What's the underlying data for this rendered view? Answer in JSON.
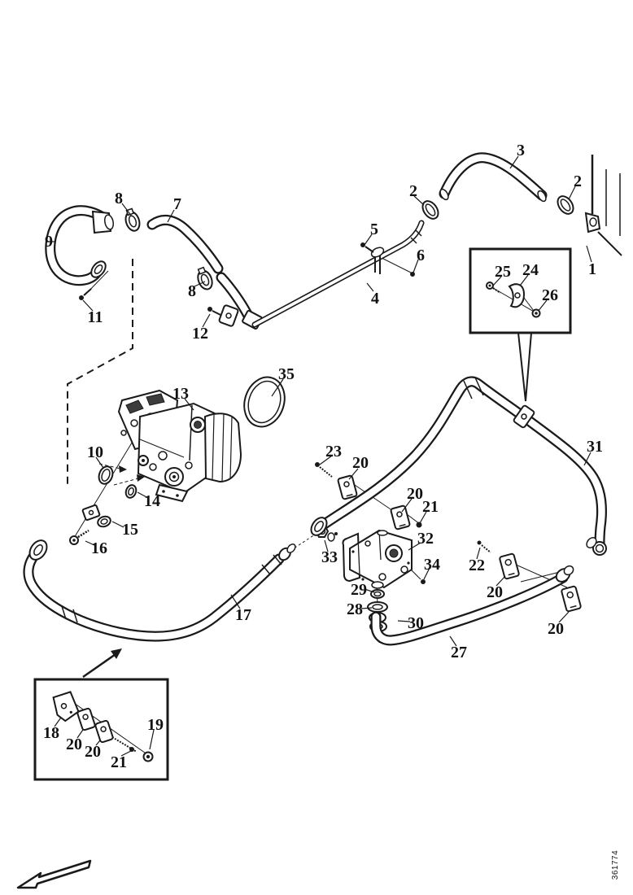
{
  "figure": {
    "drawing_number": "361774"
  },
  "callouts": [
    "8",
    "7",
    "9",
    "11",
    "8",
    "12",
    "2",
    "3",
    "2",
    "1",
    "5",
    "6",
    "4",
    "25",
    "24",
    "26",
    "35",
    "13",
    "10",
    "14",
    "15",
    "16",
    "23",
    "20",
    "20",
    "21",
    "32",
    "33",
    "34",
    "29",
    "28",
    "30",
    "27",
    "17",
    "31",
    "22",
    "20",
    "20",
    "18",
    "20",
    "20",
    "21",
    "19"
  ]
}
